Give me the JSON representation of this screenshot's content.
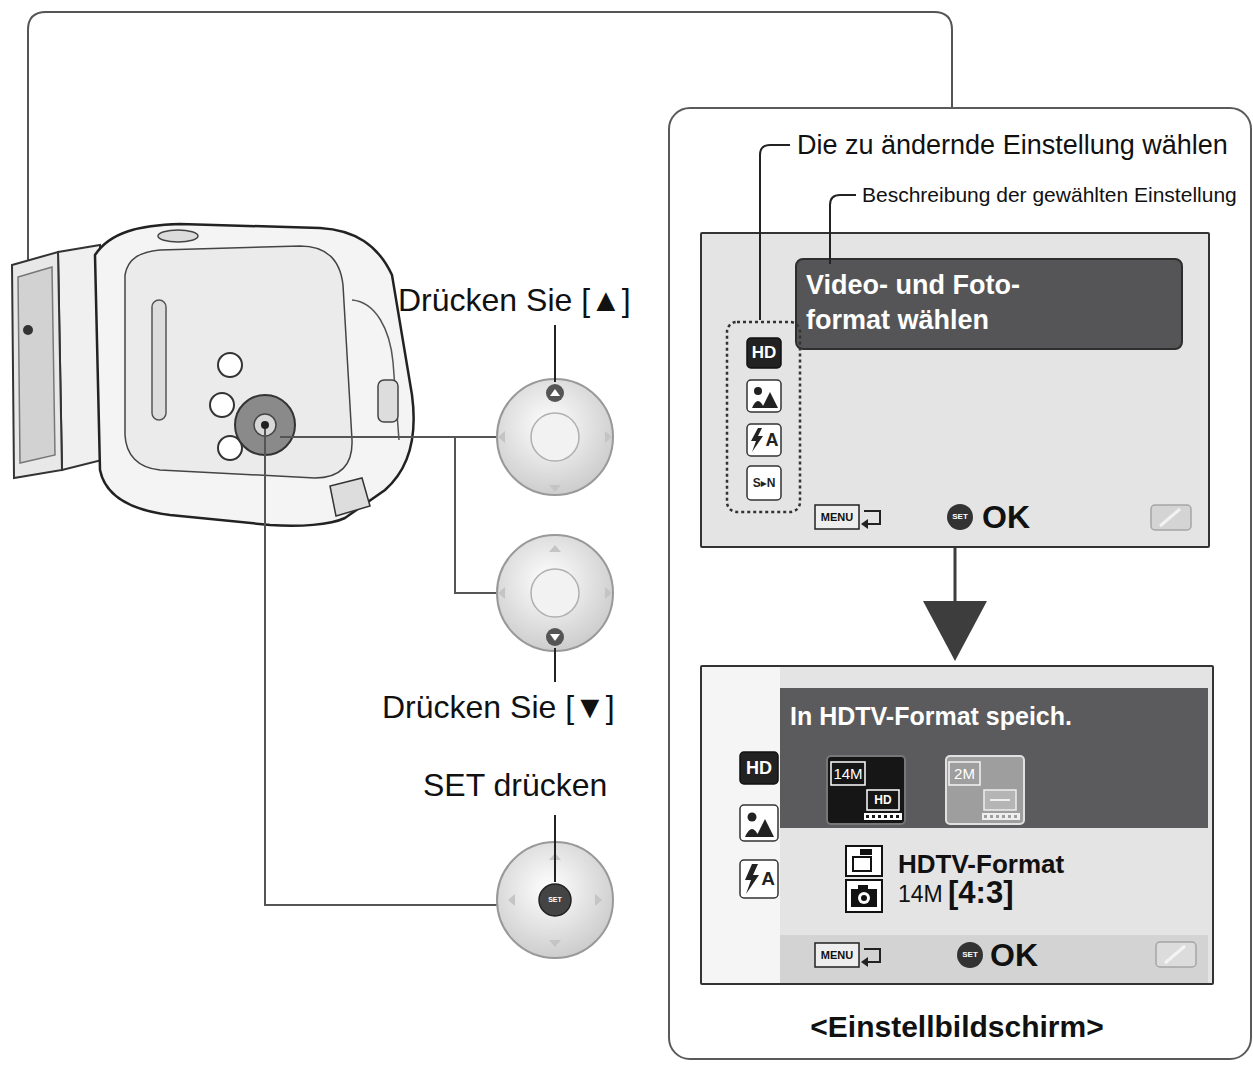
{
  "diagram": {
    "nodes": [
      {
        "text": [
          "<Einstellbildschirm>"
        ]
      },
      {
        "text": [
          "HD",
          "A",
          "S▸N",
          "MENU",
          "SET",
          "OK"
        ],
        "in": 0
      },
      {
        "text": [
          "Video- und Foto- format wählen"
        ],
        "in": 1
      },
      {
        "text": [
          "HD",
          "A",
          "MENU",
          "SET",
          "OK",
          "HDTV-Format",
          "14M",
          "[4:3]"
        ],
        "in": 0
      },
      {
        "text": [
          "In HDTV-Format speich."
        ],
        "in": 3
      },
      {
        "text": [
          "14M",
          "HD"
        ],
        "in": 3
      },
      {
        "text": [
          "2M"
        ],
        "in": 3
      }
    ],
    "edges": [
      {
        "from": 1,
        "to": 3,
        "arrow": "to"
      }
    ],
    "labels": [
      "Die zu ändernde Einstellung wählen",
      "Beschreibung der gewählten Einstellung",
      "Drücken Sie [▲]",
      "Drücken Sie [▼]",
      "SET drücken",
      "SET"
    ]
  }
}
